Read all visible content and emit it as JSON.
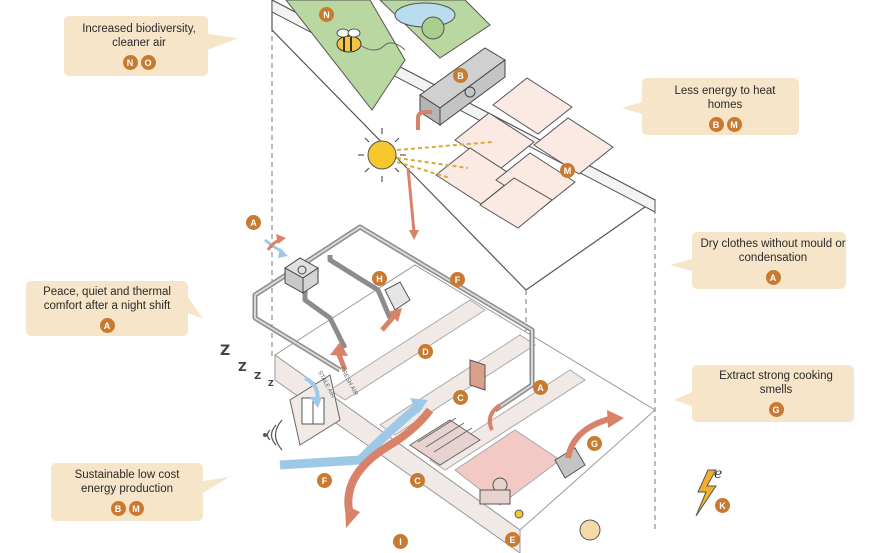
{
  "colors": {
    "bubble": "#f6e5c9",
    "badge": "#c87a30",
    "arrow_warm": "#d9826a",
    "arrow_cool": "#9ec9e6",
    "sun": "#f7c72e",
    "roof_green": "#b9d7a0",
    "solar_panel": "#fbe9e4",
    "floor_pink": "#f2c9c4",
    "duct": "#bfbfbf",
    "wall": "#f1e9e6",
    "lightning": "#f2b02a"
  },
  "callouts": [
    {
      "id": "biodiversity",
      "text": "Increased biodiversity, cleaner air",
      "badges": [
        "N",
        "O"
      ]
    },
    {
      "id": "heat",
      "text": "Less energy to heat homes",
      "badges": [
        "B",
        "M"
      ]
    },
    {
      "id": "clothes",
      "text": "Dry clothes without mould or condensation",
      "badges": [
        "A"
      ]
    },
    {
      "id": "quiet",
      "text": "Peace, quiet and thermal comfort after a night shift",
      "badges": [
        "A"
      ]
    },
    {
      "id": "cooking",
      "text": "Extract strong cooking smells",
      "badges": [
        "G"
      ]
    },
    {
      "id": "energy",
      "text": "Sustainable low cost energy production",
      "badges": [
        "B",
        "M"
      ]
    }
  ],
  "map_badges": [
    {
      "id": "N",
      "label": "N"
    },
    {
      "id": "B",
      "label": "B"
    },
    {
      "id": "M",
      "label": "M"
    },
    {
      "id": "A1",
      "label": "A"
    },
    {
      "id": "H",
      "label": "H"
    },
    {
      "id": "F1",
      "label": "F"
    },
    {
      "id": "D",
      "label": "D"
    },
    {
      "id": "C1",
      "label": "C"
    },
    {
      "id": "A2",
      "label": "A"
    },
    {
      "id": "G",
      "label": "G"
    },
    {
      "id": "C2",
      "label": "C"
    },
    {
      "id": "F2",
      "label": "F"
    },
    {
      "id": "I",
      "label": "I"
    },
    {
      "id": "E",
      "label": "E"
    },
    {
      "id": "K",
      "label": "K"
    }
  ],
  "labels": {
    "stale_air": "STALE AIR",
    "fresh_air": "FRESH AIR",
    "zzz": "Z",
    "electric": "e"
  }
}
